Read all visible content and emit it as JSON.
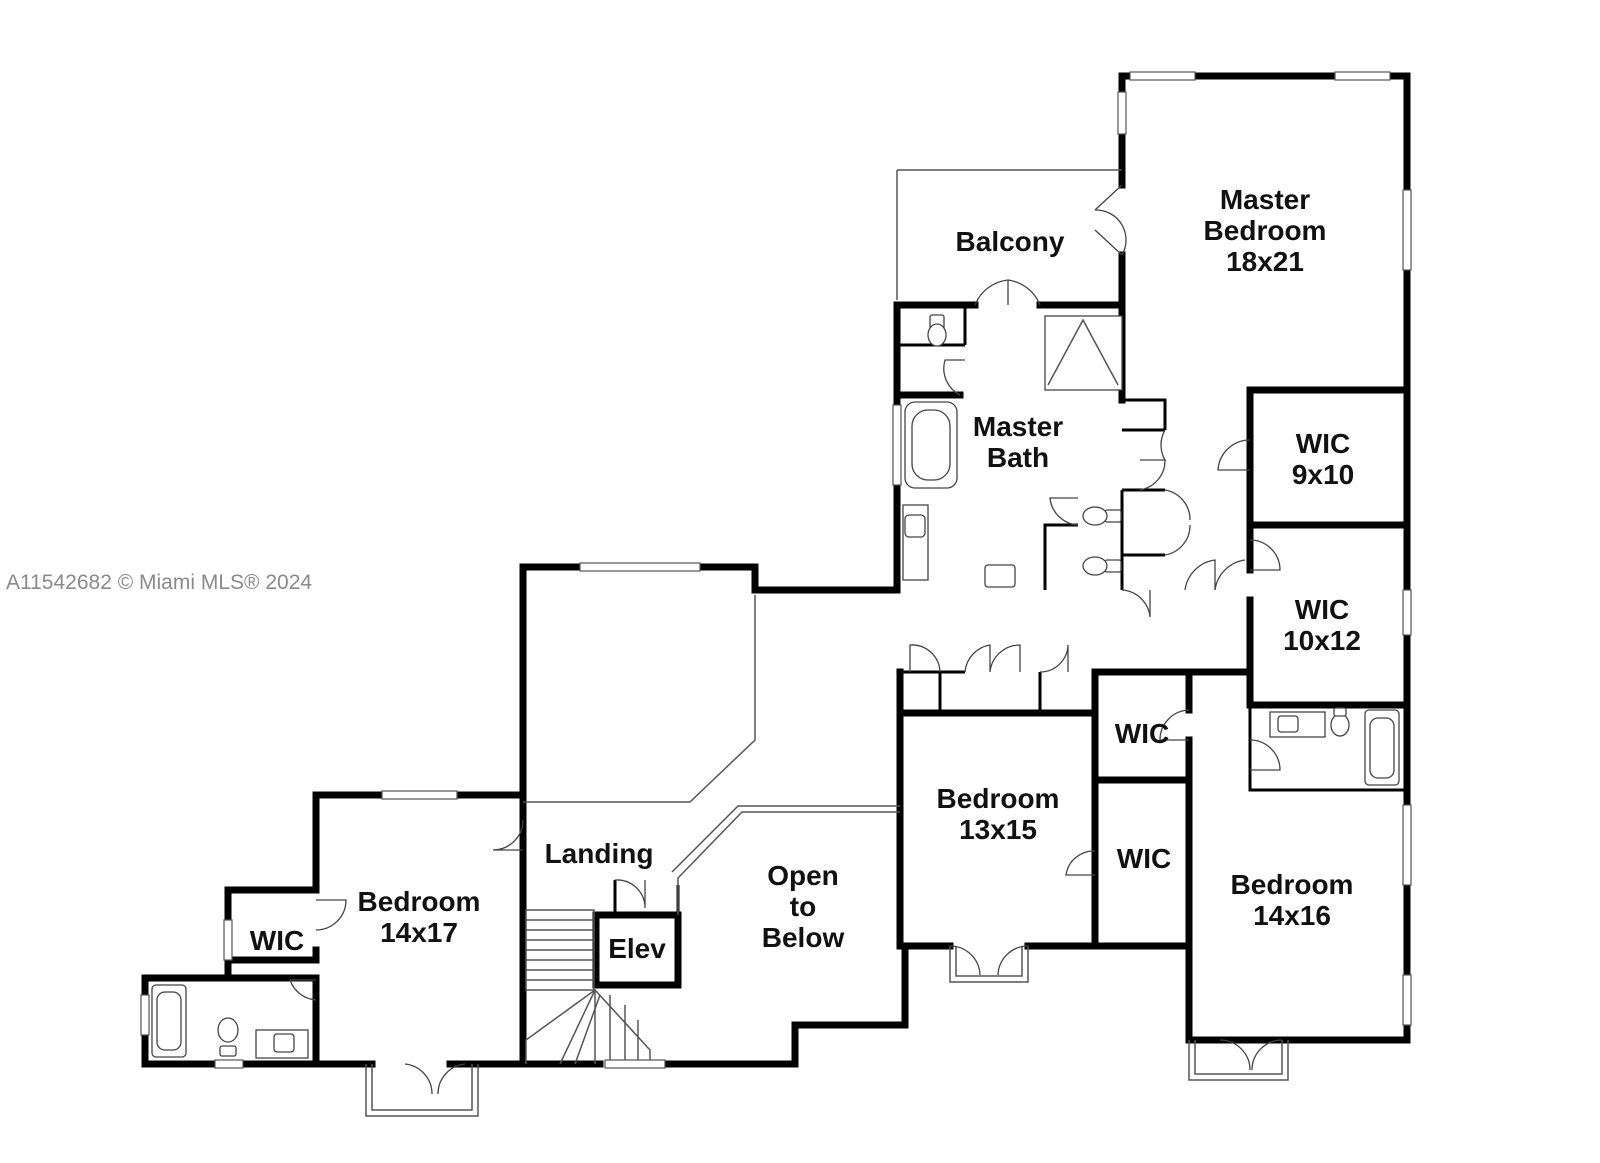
{
  "watermark": "A11542682 © Miami MLS® 2024",
  "rooms": {
    "balcony": "Balcony",
    "master_bedroom": [
      "Master",
      "Bedroom",
      "18x21"
    ],
    "master_bath": [
      "Master",
      "Bath"
    ],
    "wic_1": [
      "WIC",
      "9x10"
    ],
    "wic_2": [
      "WIC",
      "10x12"
    ],
    "wic_3": "WIC",
    "wic_4": "WIC",
    "wic_5": "WIC",
    "bedroom_13x15": [
      "Bedroom",
      "13x15"
    ],
    "bedroom_14x16": [
      "Bedroom",
      "14x16"
    ],
    "bedroom_14x17": [
      "Bedroom",
      "14x17"
    ],
    "landing": "Landing",
    "elev": "Elev",
    "open_to_below": [
      "Open",
      "to",
      "Below"
    ]
  }
}
